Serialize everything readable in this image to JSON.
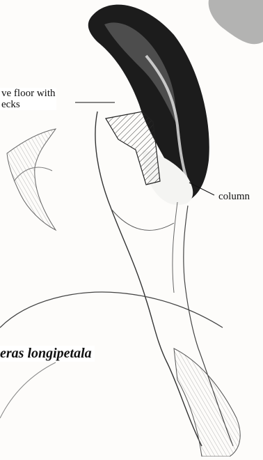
{
  "labels": {
    "floor_line1": "ve floor with",
    "floor_line2": "ecks",
    "column": "column"
  },
  "caption": "eras longipetala",
  "colors": {
    "ink": "#111111",
    "shade": "#2a2a2a",
    "paper": "#fdfcfa"
  }
}
